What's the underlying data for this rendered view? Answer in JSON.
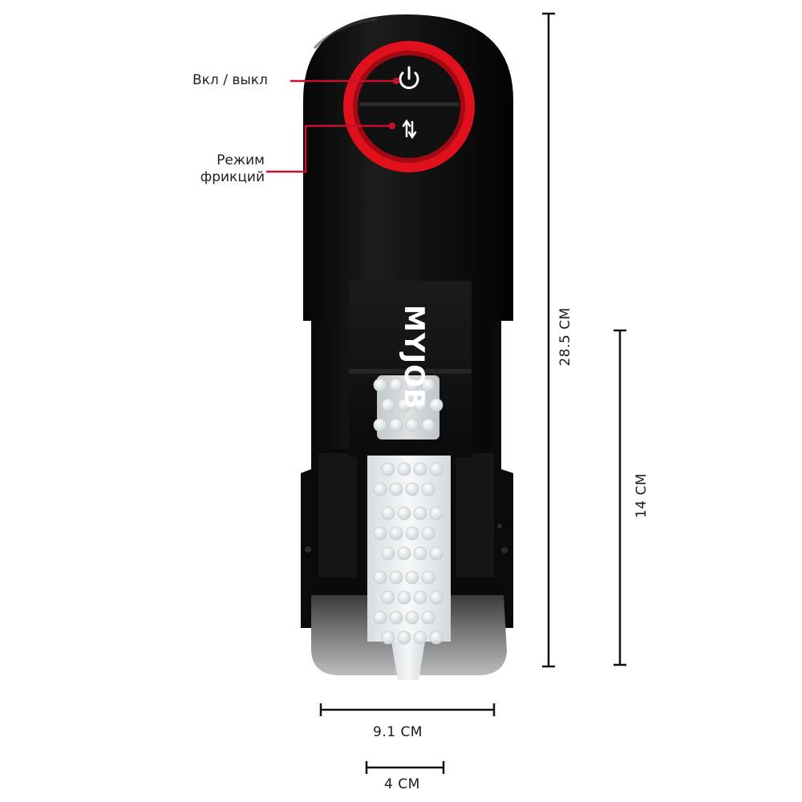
{
  "callouts": {
    "power": "Вкл / выкл",
    "mode_line1": "Режим",
    "mode_line2": "фрикций"
  },
  "brand": "MYJOB",
  "dimensions": {
    "height_total": "28.5 CM",
    "height_sleeve": "14 CM",
    "width_body": "9.1 CM",
    "width_opening": "4 CM"
  },
  "colors": {
    "body": "#0b0b0b",
    "accent_red": "#e0101c",
    "sleeve": "#e9eef1",
    "callout_line": "#c8102e"
  },
  "icons": [
    "power-icon",
    "swap-arrows-icon"
  ]
}
